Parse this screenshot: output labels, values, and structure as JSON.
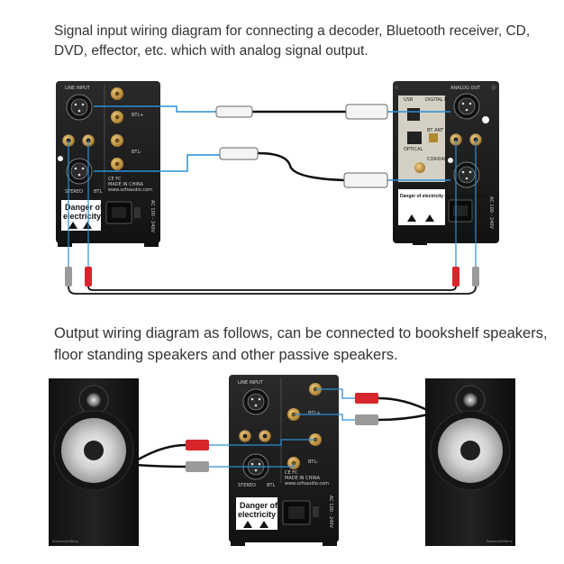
{
  "captions": {
    "top": "Signal input wiring diagram for connecting a decoder, Bluetooth receiver, CD, DVD, effector, etc. which with analog signal output.",
    "bottom": "Output wiring diagram as follows, can be connected to bookshelf speakers, floor standing speakers and other passive speakers."
  },
  "amp_panel": {
    "line_input": "LINE INPUT",
    "btl_left": "BTL-",
    "btl_right": "BTL+",
    "stereo": "STEREO",
    "btl": "BTL",
    "cert": "CE FC",
    "made_in": "MADE IN CHINA",
    "site": "www.szfsaudio.com",
    "warning_l1": "Danger of",
    "warning_l2": "electricity",
    "voltage": "AC 100 - 240V"
  },
  "decoder_panel": {
    "analog_out": "ANALOG OUT",
    "usb": "USB",
    "digital_in": "DIGITAL IN",
    "optical": "OPTICAL",
    "bt_ant": "BT ANT",
    "coaxial": "COAXIAL",
    "warning": "Danger of electricity do not disassemble!",
    "voltage": "AC 100 - 240V"
  },
  "speaker": {
    "brand": "Bowers&Wilkins"
  },
  "colors": {
    "cable_blue": "#2a8fd6",
    "rca_red": "#d6262b",
    "rca_white": "#9a9a9a",
    "panel": "#1c1c1c",
    "gold": "#c8983c"
  }
}
